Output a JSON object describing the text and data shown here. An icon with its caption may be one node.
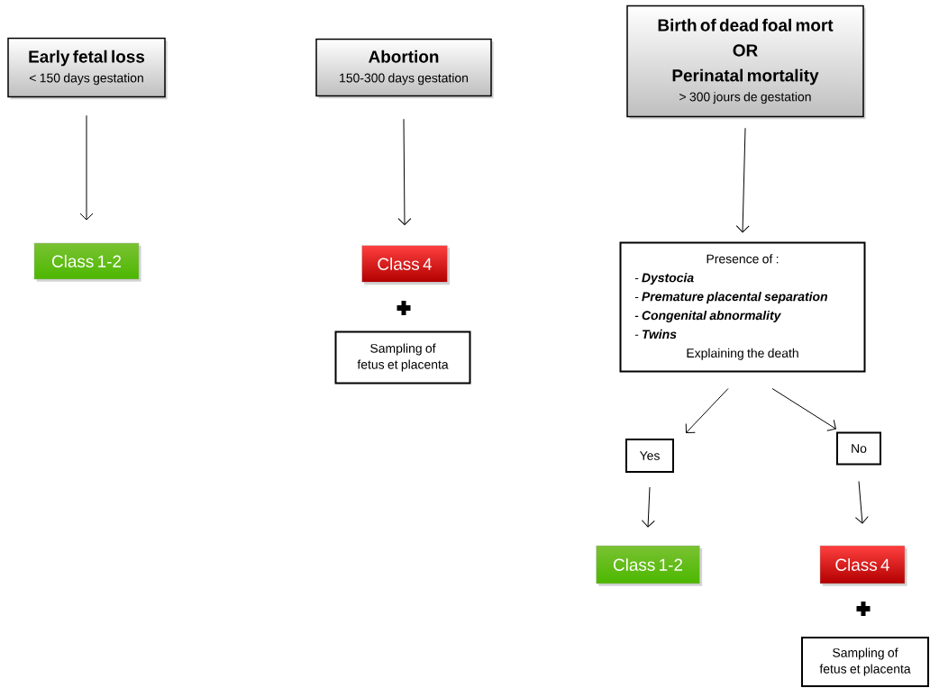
{
  "diagram": {
    "nodes": [
      {
        "text": [
          "Early fetal loss",
          "< 150 days gestation"
        ]
      },
      {
        "text": [
          "Class 1-2"
        ]
      },
      {
        "text": [
          "Abortion",
          "150-300 days gestation"
        ]
      },
      {
        "text": [
          "Class 4"
        ]
      },
      {
        "text": [
          "Sampling of fetus et placenta"
        ]
      },
      {
        "text": [
          "Birth of dead foal mort",
          "OR",
          "Perinatal mortality",
          "> 300 jours de gestation"
        ]
      },
      {
        "text": [
          "Presence of :",
          "- **Dystocia**",
          "- **Premature placental separation**",
          "- **Congenital abnormality**",
          "- **Twins**",
          "Explaining the death"
        ]
      },
      {
        "text": [
          "Yes"
        ]
      },
      {
        "text": [
          "No"
        ]
      },
      {
        "text": [
          "Class 1-2"
        ]
      },
      {
        "text": [
          "Class 4"
        ]
      },
      {
        "text": [
          "Sampling of fetus et placenta"
        ]
      }
    ],
    "edges": [
      {
        "from": 0,
        "to": 1,
        "arrow": "to"
      },
      {
        "from": 2,
        "to": 3,
        "arrow": "to"
      },
      {
        "from": 5,
        "to": 6,
        "arrow": "to"
      },
      {
        "from": 6,
        "to": 7,
        "arrow": "to"
      },
      {
        "from": 6,
        "to": 8,
        "arrow": "to"
      },
      {
        "from": 7,
        "to": 9,
        "arrow": "to"
      },
      {
        "from": 8,
        "to": 10,
        "arrow": "to"
      }
    ]
  }
}
